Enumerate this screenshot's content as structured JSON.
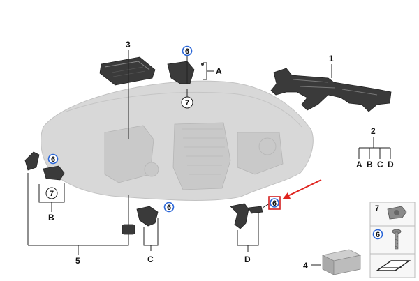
{
  "callouts": {
    "p1": "1",
    "p2": "2",
    "p3": "3",
    "p4": "4",
    "p5": "5",
    "p6_top": "6",
    "p6_left": "6",
    "p6_mid": "6",
    "p6_right": "6",
    "p6_panel": "6",
    "p7_top": "7",
    "p7_left": "7",
    "p7_panel": "7",
    "grp_a_top": "A",
    "grp_b": "B",
    "grp_c": "C",
    "grp_d": "D",
    "sub2": [
      "A",
      "B",
      "C",
      "D"
    ]
  },
  "colors": {
    "highlight_ring": "#2a66d8",
    "selection_box": "#d42020",
    "pointer_arrow": "#e0241f",
    "part_dark": "#3a3a3a",
    "headlight_ghost": "#d8d8d8"
  }
}
